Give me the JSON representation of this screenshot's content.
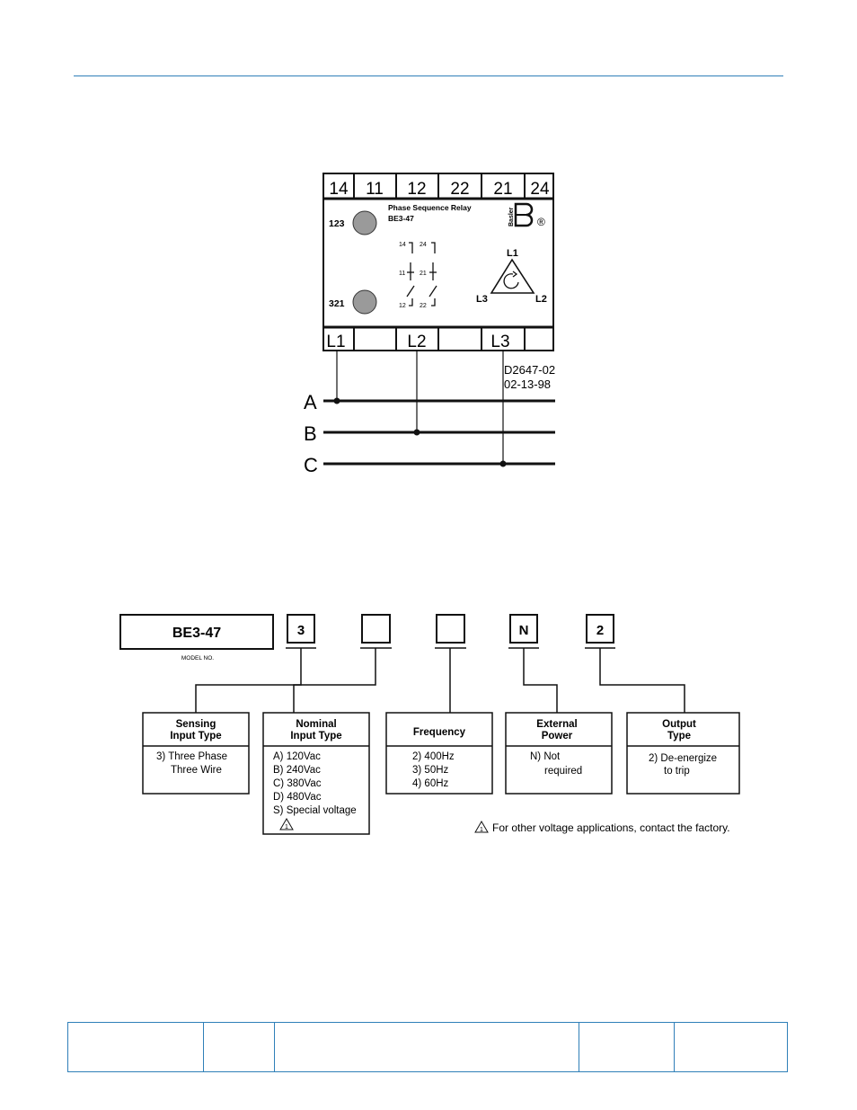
{
  "relay": {
    "top_terminals": [
      "14",
      "11",
      "12",
      "22",
      "21",
      "24"
    ],
    "bottom_terminals": [
      "L1",
      "",
      "L2",
      "",
      "L3",
      ""
    ],
    "led_123": "123",
    "led_321": "321",
    "product_name": "Phase Sequence Relay",
    "model": "BE3-47",
    "logo_text": "Basler",
    "registered": "®",
    "contacts": {
      "c14": "14",
      "c24": "24",
      "c11": "11",
      "c21": "21",
      "c12": "12",
      "c22": "22"
    },
    "rotation": {
      "l1": "L1",
      "l2": "L2",
      "l3": "L3"
    }
  },
  "drawing_id": "D2647-02",
  "drawing_date": "02-13-98",
  "phases": [
    "A",
    "B",
    "C"
  ],
  "style_chart": {
    "model_box": "BE3-47",
    "model_caption": "MODEL NO.",
    "digit_boxes": [
      "3",
      "",
      "",
      "N",
      "2"
    ],
    "categories": [
      {
        "title1": "Sensing",
        "title2": "Input Type",
        "lines": [
          "3) Three Phase",
          "Three Wire"
        ]
      },
      {
        "title1": "Nominal",
        "title2": "Input Type",
        "lines": [
          "A) 120Vac",
          "B) 240Vac",
          "C) 380Vac",
          "D) 480Vac",
          "S) Special voltage"
        ]
      },
      {
        "title1": "Frequency",
        "title2": "",
        "lines": [
          "2) 400Hz",
          "3) 50Hz",
          "4) 60Hz"
        ]
      },
      {
        "title1": "External",
        "title2": "Power",
        "lines": [
          "N) Not",
          "required"
        ]
      },
      {
        "title1": "Output",
        "title2": "Type",
        "lines": [
          "2) De-energize",
          "to trip"
        ]
      }
    ],
    "warning_symbol": "1",
    "note": "For other voltage applications, contact the factory."
  },
  "colors": {
    "rule": "#2f7fb8",
    "led": "#9a9a9a"
  }
}
